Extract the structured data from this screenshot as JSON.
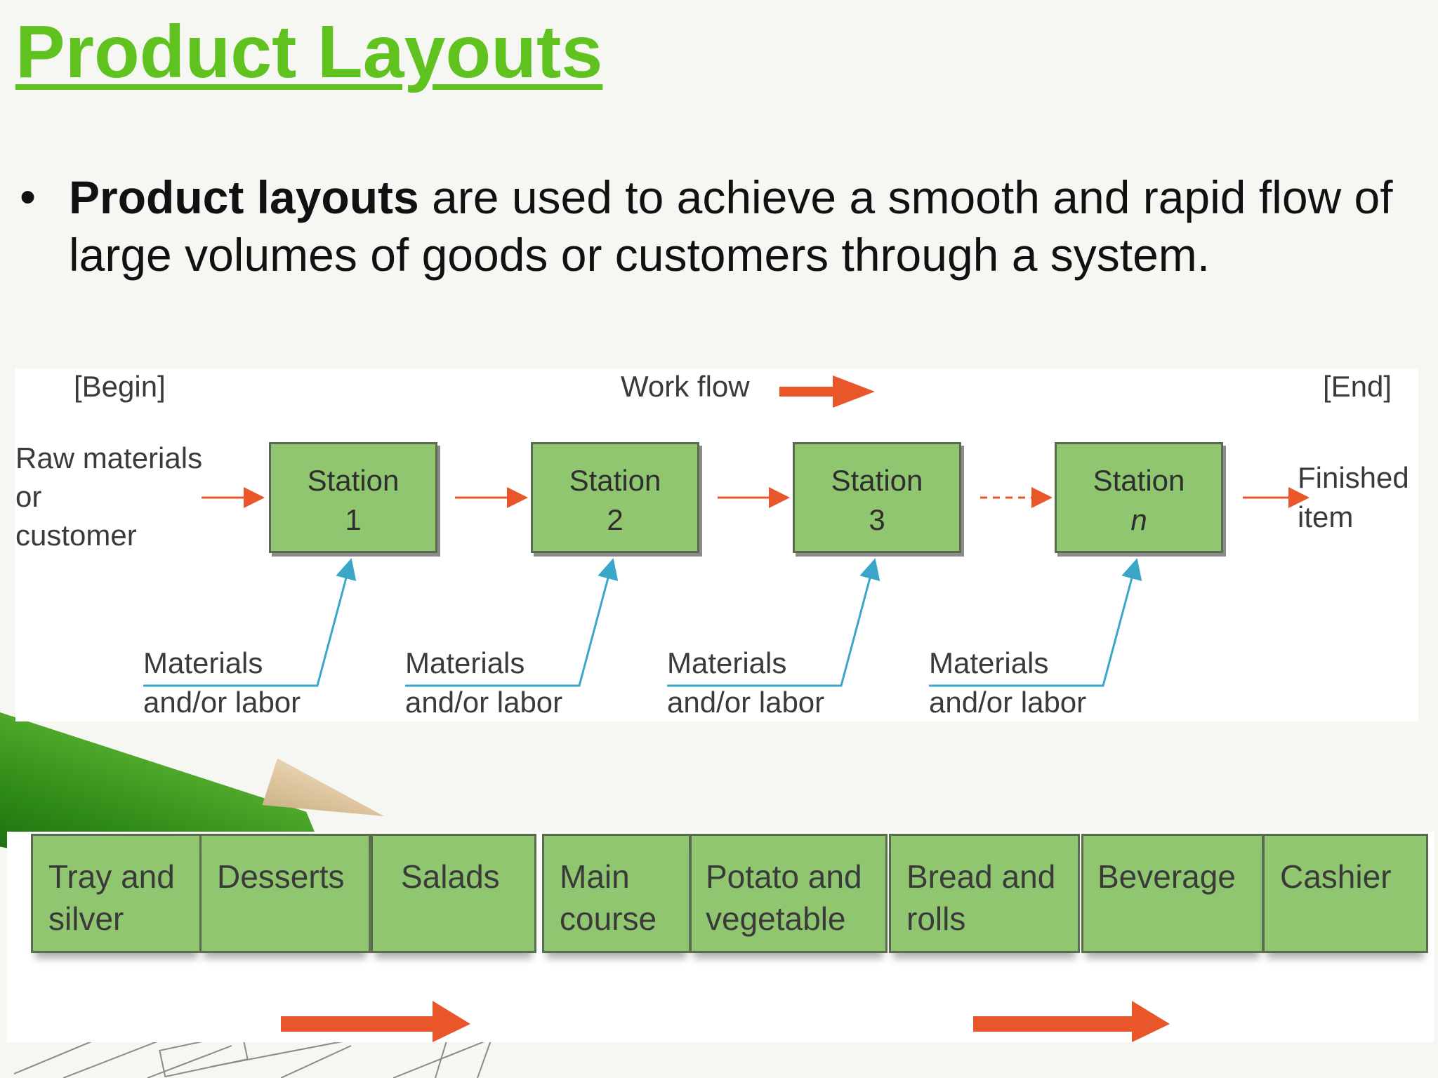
{
  "title": "Product Layouts",
  "bullet": {
    "bold": "Product layouts",
    "rest": " are used to achieve a smooth and rapid flow of large volumes of goods or customers through a system."
  },
  "flow_diagram": {
    "begin": "[Begin]",
    "end": "[End]",
    "work_flow": "Work flow",
    "input_lines": [
      "Raw materials",
      "or",
      "customer"
    ],
    "output_lines": [
      "Finished",
      "item"
    ],
    "stations": [
      {
        "label": "Station",
        "number": "1"
      },
      {
        "label": "Station",
        "number": "2"
      },
      {
        "label": "Station",
        "number": "3"
      },
      {
        "label": "Station",
        "number": "n"
      }
    ],
    "materials_line1": "Materials",
    "materials_line2": "and/or labor"
  },
  "cafeteria_line": [
    {
      "line1": "Tray and",
      "line2": "silver"
    },
    {
      "line1": "Desserts",
      "line2": ""
    },
    {
      "line1": "Salads",
      "line2": ""
    },
    {
      "line1": "Main",
      "line2": "course"
    },
    {
      "line1": "Potato and",
      "line2": "vegetable"
    },
    {
      "line1": "Bread and",
      "line2": "rolls"
    },
    {
      "line1": "Beverage",
      "line2": ""
    },
    {
      "line1": "Cashier",
      "line2": ""
    }
  ],
  "colors": {
    "title_green": "#5fc21e",
    "box_green": "#8fc66f",
    "flow_arrow": "#e8562a",
    "materials_line": "#3aa7c9"
  }
}
